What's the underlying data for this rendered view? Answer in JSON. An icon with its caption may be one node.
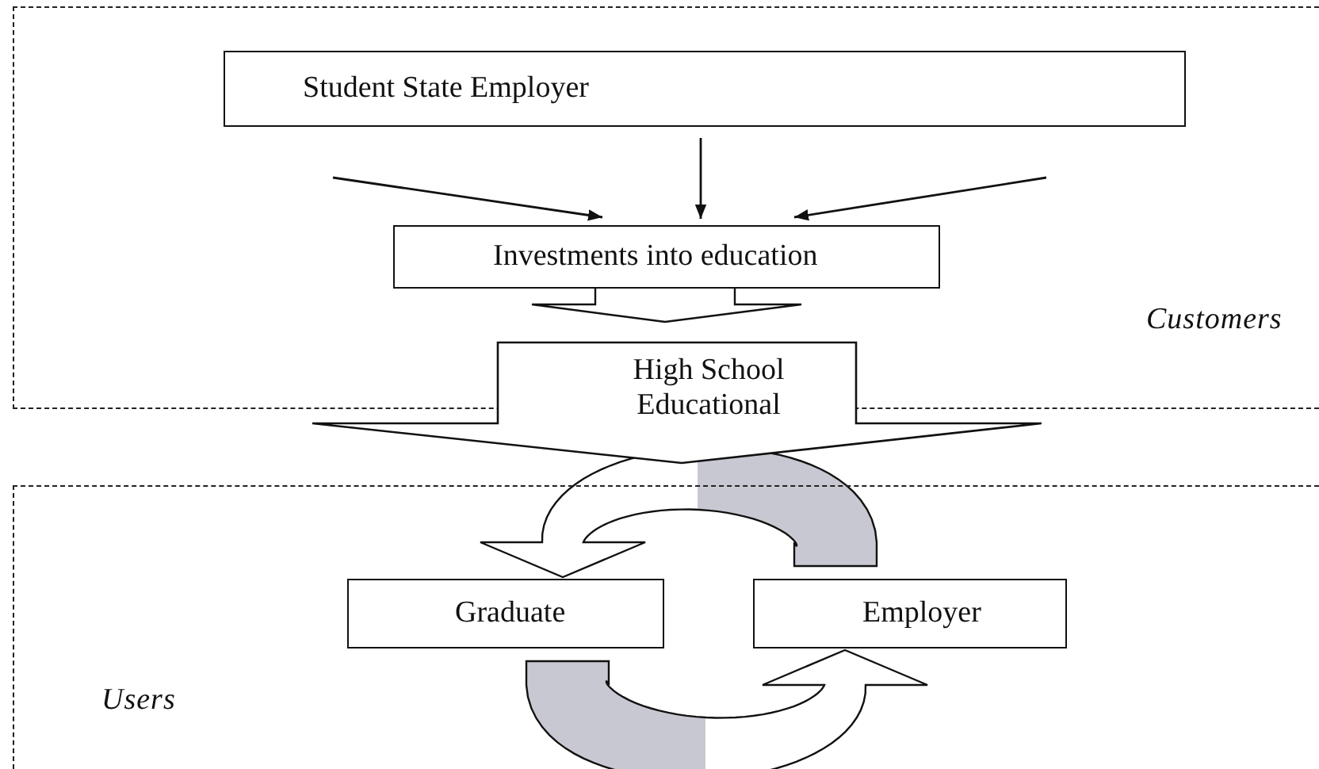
{
  "diagram": {
    "nodes": [
      {
        "text": [
          "Customers"
        ]
      },
      {
        "text": [
          "Student State Employer"
        ],
        "in": 0
      },
      {
        "text": [
          "Investments into education"
        ],
        "in": 0
      },
      {
        "text": [
          "High School Educational"
        ]
      },
      {
        "text": [
          "Users"
        ]
      },
      {
        "text": [
          "Graduate"
        ],
        "in": 4
      },
      {
        "text": [
          "Employer"
        ],
        "in": 4
      }
    ],
    "edges": [
      {
        "from": 1,
        "to": 2,
        "arrow": "to"
      },
      {
        "from": 1,
        "to": 2,
        "arrow": "to"
      },
      {
        "from": 1,
        "to": 2,
        "arrow": "to"
      },
      {
        "from": 2,
        "to": 3,
        "arrow": "to",
        "style": "thick"
      },
      {
        "from": 6,
        "to": 5,
        "arrow": "to",
        "style": "thick"
      },
      {
        "from": 5,
        "to": 6,
        "arrow": "to",
        "style": "thick"
      }
    ]
  }
}
